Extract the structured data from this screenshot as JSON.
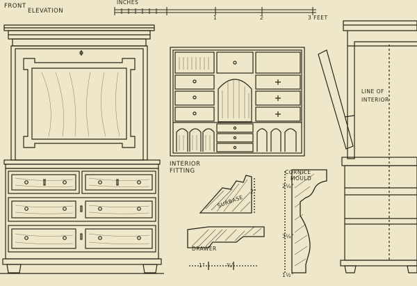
{
  "labels": {
    "front": "FRONT",
    "elevation": "ELEVATION",
    "inches": "INCHES",
    "scale_1": "1",
    "scale_2": "2",
    "scale_3": "3 FEET",
    "interior_1": "INTERIOR",
    "interior_2": "FITTING",
    "surbase": "SURBASE",
    "drawer": "DRAWER",
    "cornice_1": "CORNICE",
    "cornice_2": "MOULD",
    "line_of_1": "LINE OF",
    "line_of_2": "INTERIOR",
    "dim_2in": "2\"",
    "dim_2_1_4": "2¼\"",
    "dim_3_1_4": "3¼\"",
    "dim_1_half": "1½\"",
    "dim_1in": "1\"",
    "dim_3_4": "¾\""
  },
  "colors": {
    "paper": "#efe7c9",
    "ink": "#2a2418"
  }
}
